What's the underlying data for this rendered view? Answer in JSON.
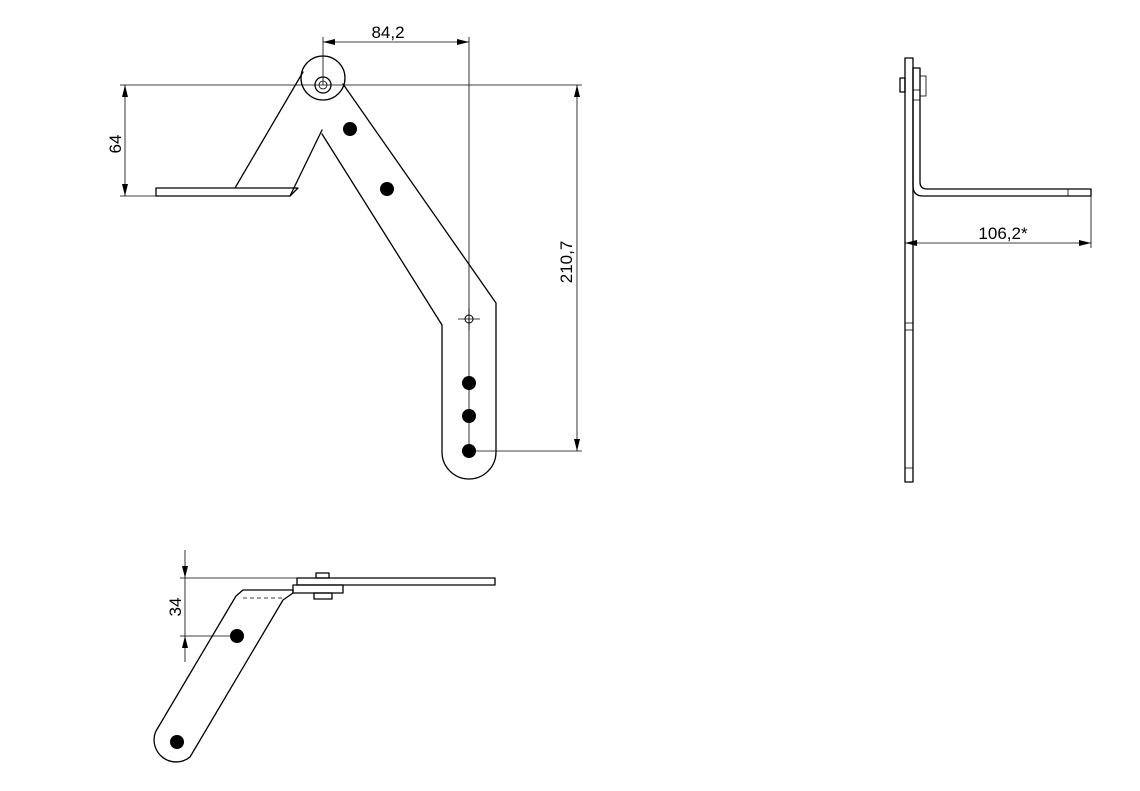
{
  "dimensions": {
    "front_horizontal": "84,2",
    "front_vertical_left": "64",
    "front_vertical_right": "210,7",
    "side_horizontal": "106,2*",
    "top_vertical": "34"
  }
}
